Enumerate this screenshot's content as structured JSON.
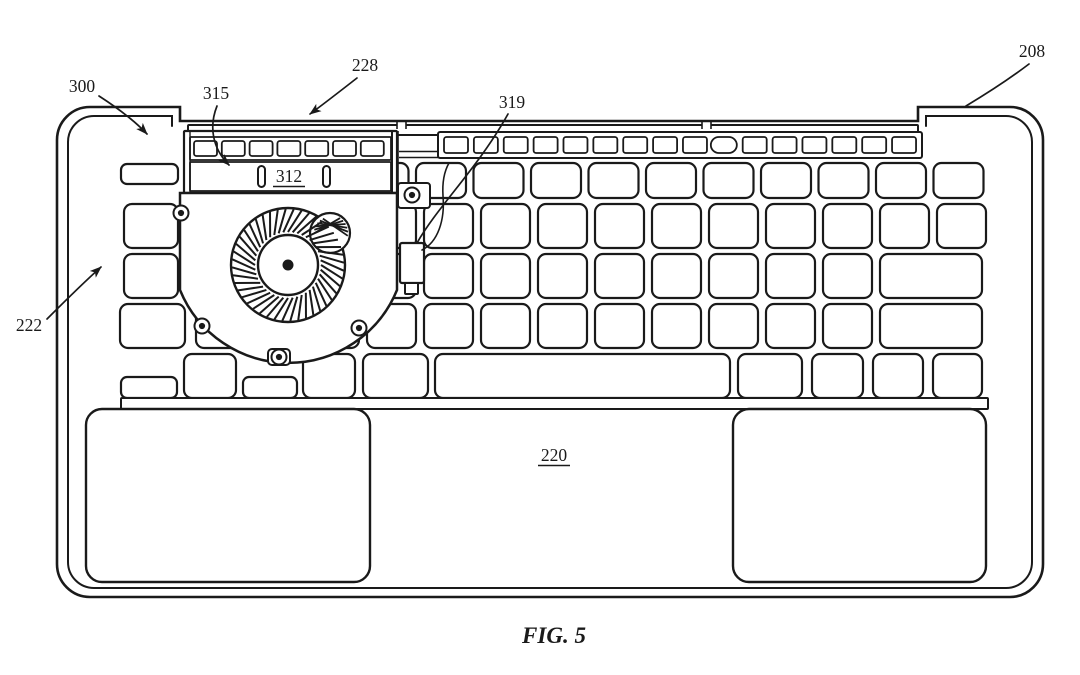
{
  "figure": {
    "caption": "FIG. 5",
    "type": "patent-line-drawing",
    "subject": "laptop top case with keyboard, blower fan and vent assembly",
    "line_color": "#1a1a1a",
    "background_color": "#ffffff",
    "labels": {
      "300": "300",
      "315": "315",
      "228": "228",
      "319": "319",
      "208": "208",
      "222": "222",
      "312": "312",
      "220": "220"
    },
    "underlined_labels": [
      "312",
      "220"
    ],
    "arrow_labels": [
      "300",
      "315",
      "228",
      "222"
    ],
    "plain_leader_labels": [
      "319",
      "208"
    ]
  }
}
